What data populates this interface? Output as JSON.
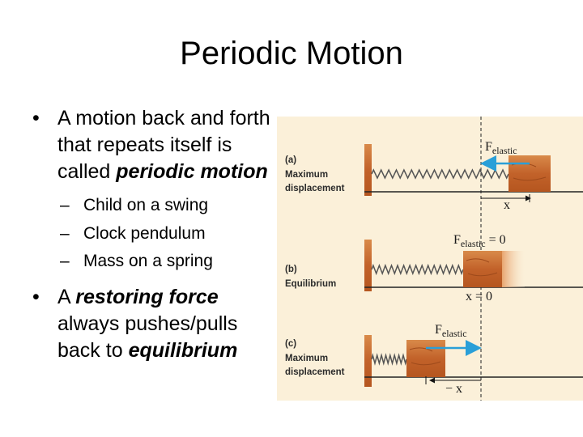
{
  "slide": {
    "title": "Periodic Motion",
    "bullet1": {
      "marker": "•",
      "text_a": "A motion back and forth that repeats itself is called ",
      "emphasis": "periodic motion"
    },
    "subbullets": [
      {
        "marker": "–",
        "text": "Child on a swing"
      },
      {
        "marker": "–",
        "text": "Clock pendulum"
      },
      {
        "marker": "–",
        "text": "Mass on a spring"
      }
    ],
    "bullet2": {
      "marker": "•",
      "text_a": "A ",
      "emphasis1": "restoring force",
      "text_b": " always pushes/pulls back to ",
      "emphasis2": "equilibrium"
    }
  },
  "figure": {
    "panels": [
      {
        "letter": "(a)",
        "label1": "Maximum",
        "label2": "displacement",
        "force_F": "F",
        "force_sub": "elastic",
        "force_tail": "",
        "axis": "x"
      },
      {
        "letter": "(b)",
        "label1": "Equilibrium",
        "label2": "",
        "force_F": "F",
        "force_sub": "elastic",
        "force_tail": " = 0",
        "axis": "x = 0"
      },
      {
        "letter": "(c)",
        "label1": "Maximum",
        "label2": "displacement",
        "force_F": "F",
        "force_sub": "elastic",
        "force_tail": "",
        "axis": "− x"
      }
    ],
    "colors": {
      "arrow": "#2a9fd8",
      "block": "#c8692c",
      "wall": "#c46a34",
      "spring": "#555555"
    }
  }
}
